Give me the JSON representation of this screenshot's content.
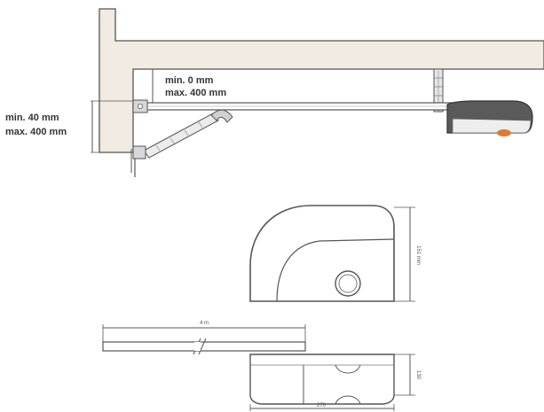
{
  "installation": {
    "headroom_min": "min. 0 mm",
    "headroom_max": "max. 400 mm",
    "lintel_min": "min. 40 mm",
    "lintel_max": "max. 400 mm"
  },
  "motor": {
    "height_dim": "151 mm",
    "rail_length": "4 m",
    "depth_dim": "130",
    "width_dim": "270"
  },
  "colors": {
    "wall": "#f1ebe2",
    "line": "#555555",
    "housing": "#e6e6e6",
    "accent": "#e07a2e"
  }
}
